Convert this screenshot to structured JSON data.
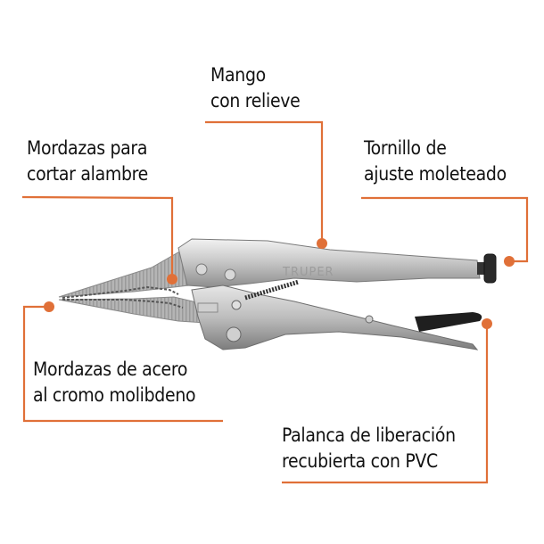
{
  "diagram": {
    "subject": "Locking pliers (long nose)",
    "brand_mark": "TRUPER",
    "accent_color": "#E07038",
    "text_color": "#111111",
    "callouts": [
      {
        "id": "cutting-jaws",
        "line1": "Mordazas para",
        "line2": "cortar alambre"
      },
      {
        "id": "handle",
        "line1": "Mango",
        "line2": "con relieve"
      },
      {
        "id": "adjust-screw",
        "line1": "Tornillo de",
        "line2": "ajuste moleteado"
      },
      {
        "id": "jaws-material",
        "line1": "Mordazas de acero",
        "line2": "al cromo molibdeno"
      },
      {
        "id": "release-lever",
        "line1": "Palanca de liberación",
        "line2": "recubierta con PVC"
      }
    ]
  }
}
